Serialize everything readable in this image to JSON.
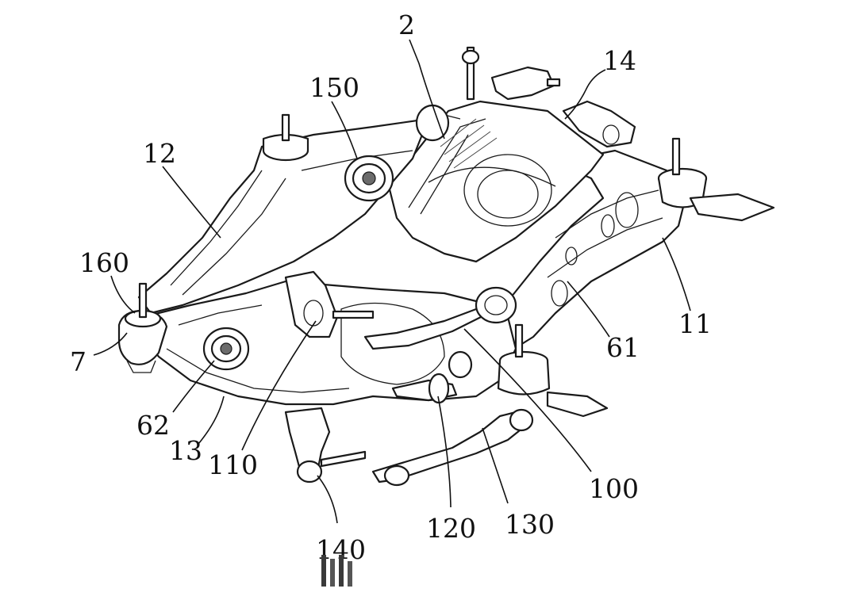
{
  "labels": {
    "l2": "2",
    "l14": "14",
    "l150": "150",
    "l12": "12",
    "l160": "160",
    "l7": "7",
    "l62": "62",
    "l13": "13",
    "l110": "110",
    "l140": "140",
    "l120": "120",
    "l130": "130",
    "l100": "100",
    "l61": "61",
    "l11": "11"
  },
  "colors": {
    "line": "#1a1a1a",
    "background": "#ffffff",
    "shading": "#6b6b6b"
  }
}
